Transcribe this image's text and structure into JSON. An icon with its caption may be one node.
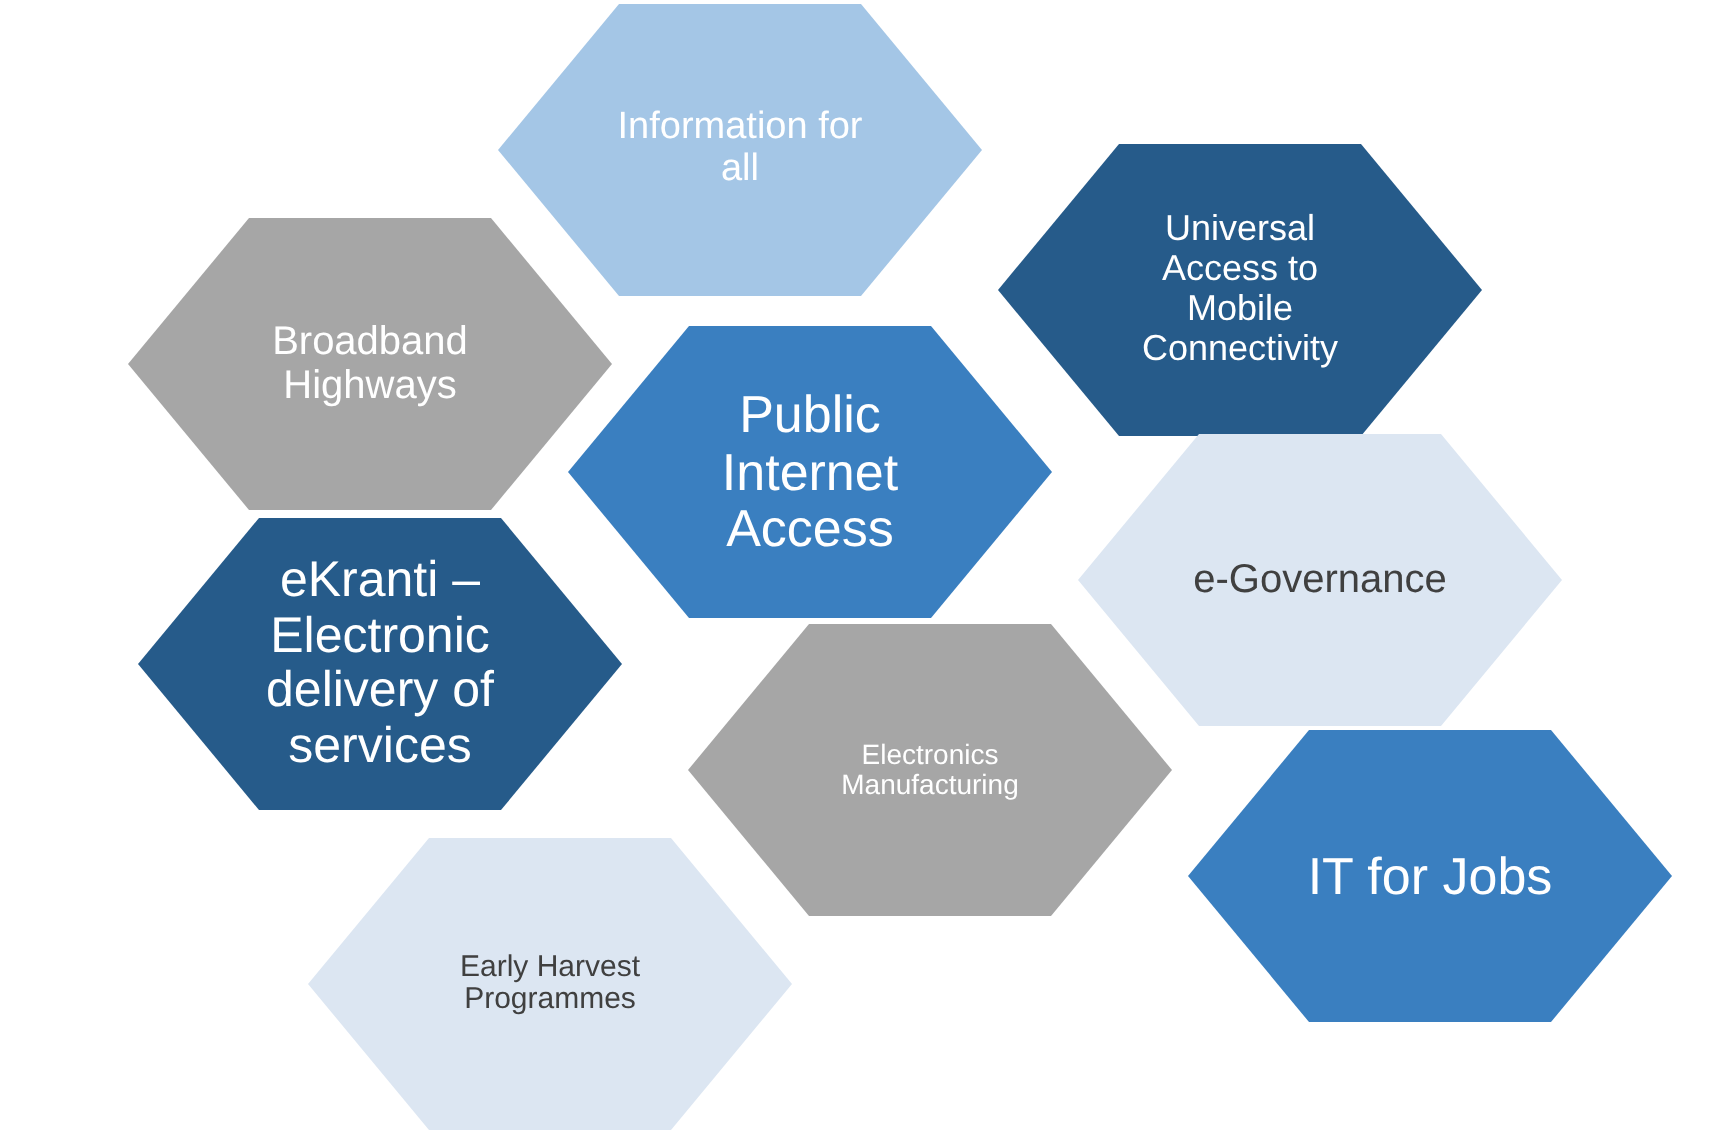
{
  "diagram": {
    "nodes": [
      {
        "text": [
          "Information for all"
        ]
      },
      {
        "text": [
          "Universal Access to Mobile Connectivity"
        ]
      },
      {
        "text": [
          "Broadband Highways"
        ]
      },
      {
        "text": [
          "Public Internet Access"
        ]
      },
      {
        "text": [
          "e-Governance"
        ]
      },
      {
        "text": [
          "eKranti – Electronic delivery of services"
        ]
      },
      {
        "text": [
          "Electronics Manufacturing"
        ]
      },
      {
        "text": [
          "IT for Jobs"
        ]
      },
      {
        "text": [
          "Early Harvest Programmes"
        ]
      }
    ]
  }
}
